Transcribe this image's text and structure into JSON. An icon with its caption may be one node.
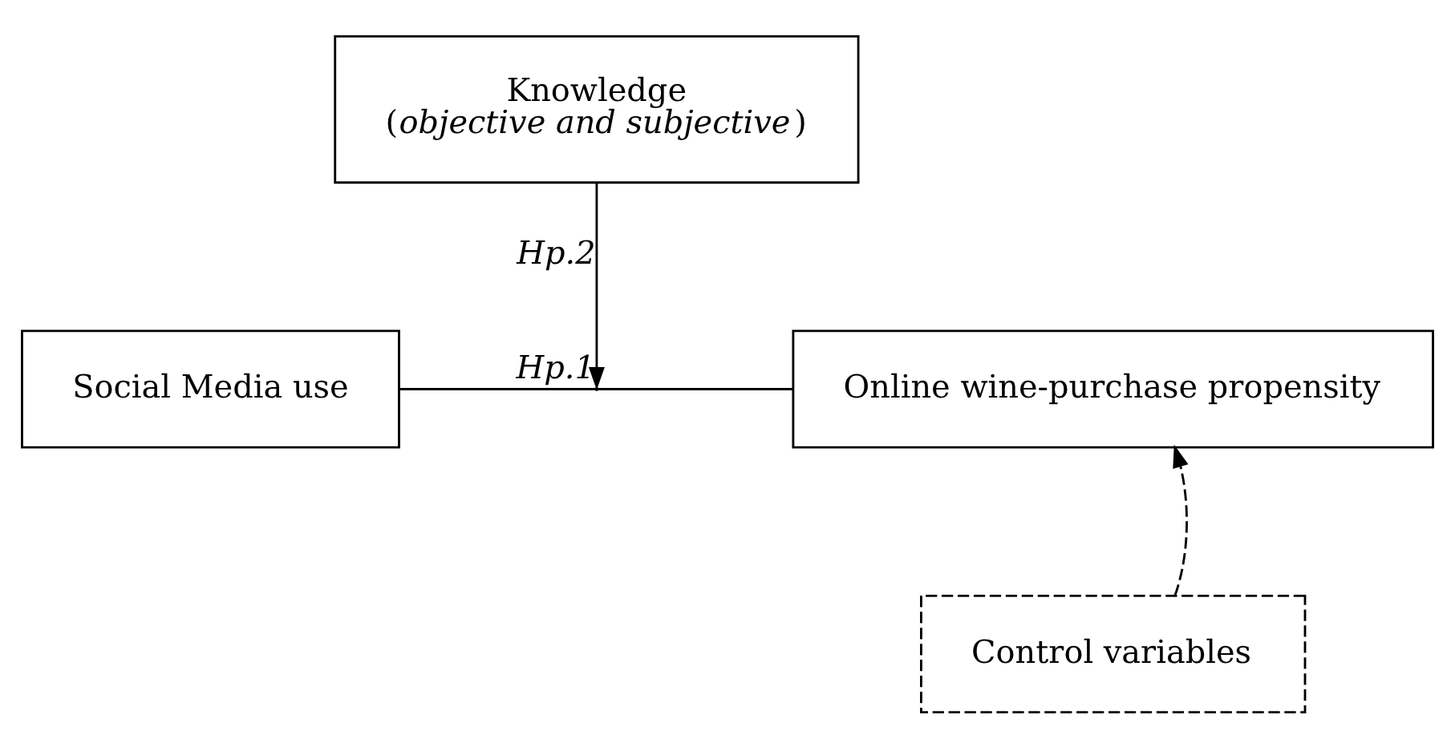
{
  "diagram": {
    "nodes": [
      {
        "text": [
          "Knowledge",
          "(*objective and subjective*)"
        ]
      },
      {
        "text": [
          "Social Media use"
        ]
      },
      {
        "text": [
          "Online wine-purchase propensity"
        ]
      },
      {
        "text": [
          "Control variables"
        ]
      }
    ],
    "edges": [
      {
        "from": 1,
        "to": 2,
        "arrow": "none",
        "label": "*Hp.1*"
      },
      {
        "from": 0,
        "to": null,
        "arrow": "to",
        "label": "*Hp.2*"
      },
      {
        "from": 3,
        "to": 2,
        "arrow": "to",
        "style": "dashed"
      }
    ]
  }
}
